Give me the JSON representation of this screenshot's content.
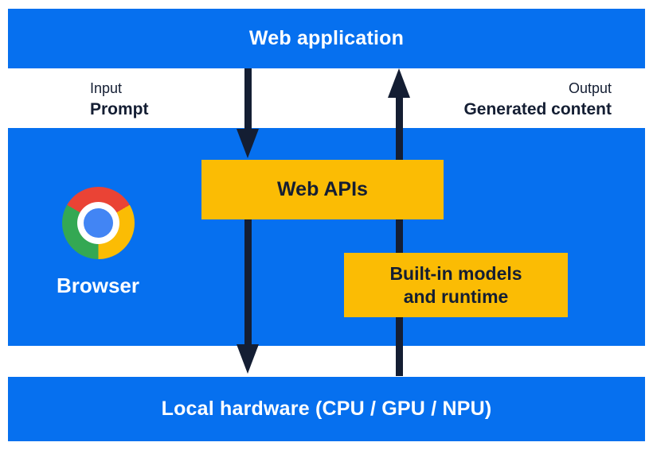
{
  "colors": {
    "blue": "#0670EF",
    "yellow": "#FBBC04",
    "navy": "#141E33",
    "white": "#FFFFFF",
    "chrome_red": "#EA4335",
    "chrome_yellow": "#FBBC04",
    "chrome_green": "#34A853",
    "chrome_blue": "#4285F4"
  },
  "nodes": {
    "web_application": {
      "label": "Web application"
    },
    "browser": {
      "label": "Browser"
    },
    "web_apis": {
      "label": "Web APIs"
    },
    "builtin_models": {
      "label_line1": "Built-in models",
      "label_line2": "and runtime"
    },
    "local_hardware": {
      "label": "Local hardware (CPU / GPU / NPU)"
    }
  },
  "annotations": {
    "input": {
      "caption": "Input",
      "label": "Prompt"
    },
    "output": {
      "caption": "Output",
      "label": "Generated content"
    }
  },
  "flows": [
    {
      "direction": "down",
      "from": "web_application",
      "via": "web_apis",
      "to": "local_hardware",
      "meaning": "Input / Prompt"
    },
    {
      "direction": "up",
      "from": "local_hardware",
      "via": "builtin_models",
      "to": "web_application",
      "meaning": "Output / Generated content"
    }
  ],
  "icons": {
    "chrome_logo": "chrome-browser-logo"
  }
}
